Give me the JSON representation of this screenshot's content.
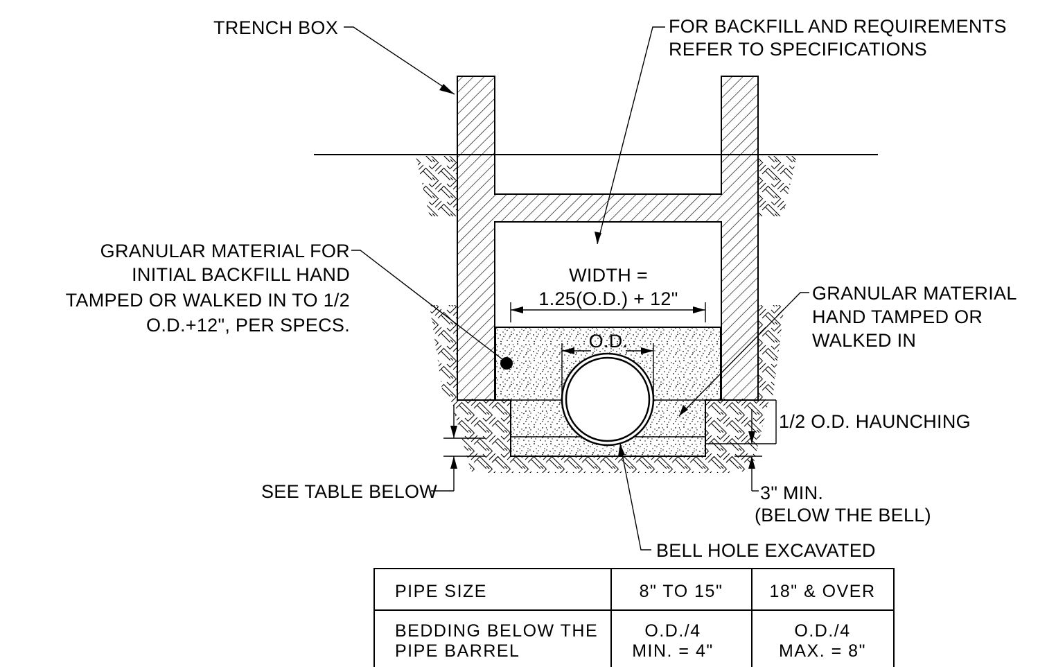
{
  "labels": {
    "trench_box": "TRENCH BOX",
    "backfill_line1": "FOR BACKFILL AND REQUIREMENTS",
    "backfill_line2": "REFER TO SPECIFICATIONS",
    "granular_initial_line1": "GRANULAR MATERIAL FOR",
    "granular_initial_line2": "INITIAL BACKFILL HAND",
    "granular_initial_line3": "TAMPED OR WALKED IN TO 1/2",
    "granular_initial_line4": "O.D.+12\", PER SPECS.",
    "width_line1": "WIDTH =",
    "width_line2": "1.25(O.D.) + 12\"",
    "od": "O.D.",
    "granular_hand_line1": "GRANULAR MATERIAL",
    "granular_hand_line2": "HAND TAMPED OR",
    "granular_hand_line3": "WALKED IN",
    "haunching": "1/2 O.D. HAUNCHING",
    "see_table": "SEE TABLE BELOW",
    "three_min_line1": "3\" MIN.",
    "three_min_line2": "(BELOW THE BELL)",
    "bell_hole": "BELL HOLE EXCAVATED"
  },
  "table": {
    "header": {
      "c1": "PIPE SIZE",
      "c2": "8\" TO 15\"",
      "c3": "18\" & OVER"
    },
    "row": {
      "c1_line1": "BEDDING BELOW THE",
      "c1_line2": "PIPE BARREL",
      "c2_line1": "O.D./4",
      "c2_line2": "MIN. = 4\"",
      "c3_line1": "O.D./4",
      "c3_line2": "MAX. = 8\""
    }
  }
}
